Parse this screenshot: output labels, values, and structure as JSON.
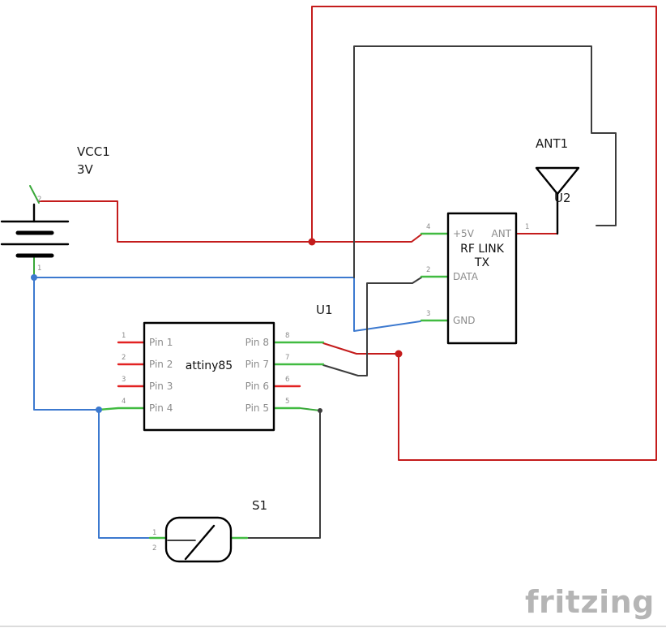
{
  "diagram": {
    "type": "circuit-schematic",
    "watermark": "fritzing",
    "battery": {
      "designator": "VCC1",
      "voltage": "3V",
      "pin_top_num": "2",
      "pin_bottom_num": "1"
    },
    "u1": {
      "designator": "U1",
      "part_label": "attiny85",
      "left_pins": [
        {
          "num": "1",
          "label": "Pin 1"
        },
        {
          "num": "2",
          "label": "Pin 2"
        },
        {
          "num": "3",
          "label": "Pin 3"
        },
        {
          "num": "4",
          "label": "Pin 4"
        }
      ],
      "right_pins": [
        {
          "num": "8",
          "label": "Pin 8"
        },
        {
          "num": "7",
          "label": "Pin 7"
        },
        {
          "num": "6",
          "label": "Pin 6"
        },
        {
          "num": "5",
          "label": "Pin 5"
        }
      ]
    },
    "u2": {
      "designator": "U2",
      "title_line1": "RF LINK",
      "title_line2": "TX",
      "left_pins": [
        {
          "num": "4",
          "label": "+5V"
        },
        {
          "num": "2",
          "label": "DATA"
        },
        {
          "num": "3",
          "label": "GND"
        }
      ],
      "right_pins": [
        {
          "num": "1",
          "label": "ANT"
        }
      ]
    },
    "antenna": {
      "designator": "ANT1"
    },
    "switch": {
      "designator": "S1",
      "pin_left_num": "1",
      "pin_right_num": "2"
    },
    "colors": {
      "wire_red": "#c41c1c",
      "wire_blue": "#3c79cf",
      "wire_green": "#39a839",
      "wire_black": "#3d3d3d",
      "leg_green": "#41bb41",
      "leg_red": "#e22222",
      "label_gray": "#8c8c8c",
      "watermark_gray": "#b5b5b5"
    }
  }
}
